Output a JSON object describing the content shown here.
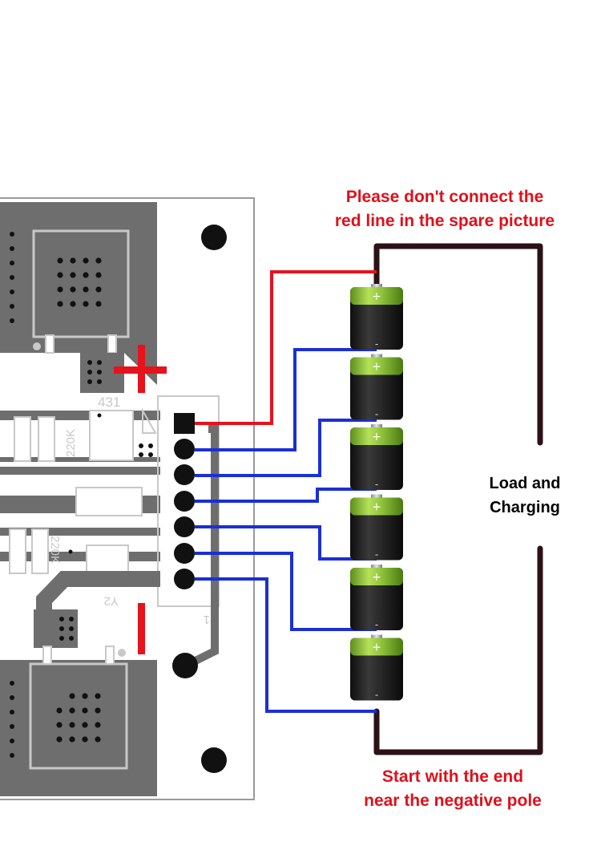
{
  "notes": {
    "top": {
      "line1": "Please don't connect the",
      "line2": "red line in the spare picture"
    },
    "middle": {
      "line1": "Load and",
      "line2": "Charging"
    },
    "bottom": {
      "line1": "Start with the end",
      "line2": "near the negative pole"
    }
  },
  "pcb_labels": {
    "ic": "431",
    "r1": "220K",
    "r2": "220K",
    "y2": "Y2",
    "p1": "P1"
  },
  "polarity": {
    "plus": "+",
    "minus": "-"
  },
  "cells": [
    {
      "plus": "+",
      "minus": "-"
    },
    {
      "plus": "+",
      "minus": "-"
    },
    {
      "plus": "+",
      "minus": "-"
    },
    {
      "plus": "+",
      "minus": "-"
    },
    {
      "plus": "+",
      "minus": "-"
    },
    {
      "plus": "+",
      "minus": "-"
    }
  ],
  "colors": {
    "note_red": "#e0101a",
    "note_black": "#000000",
    "wire_red": "#e6121c",
    "wire_blue": "#1a2fd6",
    "load_wire": "#2a1216",
    "pcb_dark": "#6e6e6e",
    "battery_green": "#8fbf3c",
    "battery_body": "#232323"
  }
}
